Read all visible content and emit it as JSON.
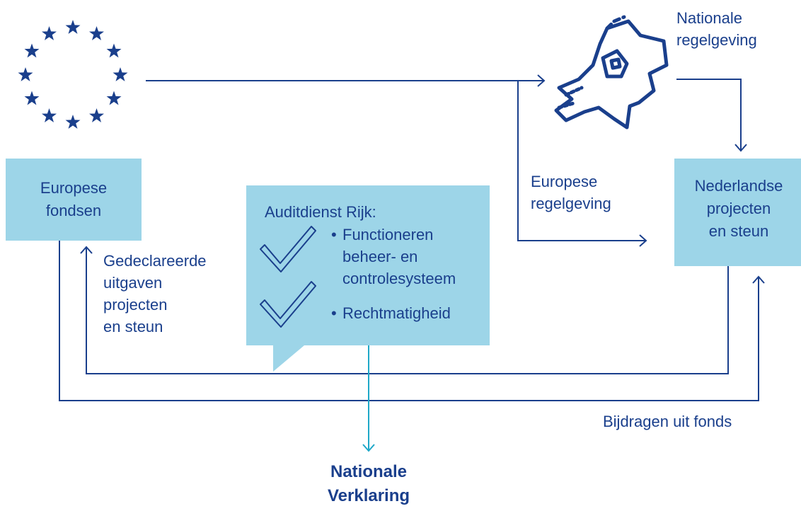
{
  "colors": {
    "navy": "#1a3f8c",
    "box_fill": "#9dd5e8",
    "cyan_arrow": "#1fa8c8"
  },
  "icons": {
    "eu_flag": "eu-stars-circle-icon",
    "netherlands": "netherlands-map-icon",
    "check": "checkmark-icon"
  },
  "nodes": {
    "europese_fondsen": {
      "line1": "Europese",
      "line2": "fondsen"
    },
    "nederlandse_projecten": {
      "line1": "Nederlandse",
      "line2": "projecten",
      "line3": "en steun"
    },
    "auditdienst": {
      "title": "Auditdienst Rijk:",
      "bullet1_line1": "Functioneren",
      "bullet1_line2": "beheer- en",
      "bullet1_line3": "controlesysteem",
      "bullet2": "Rechtmatigheid",
      "bullet_glyph": "•"
    },
    "nationale_verklaring": {
      "line1": "Nationale",
      "line2": "Verklaring"
    }
  },
  "labels": {
    "nationale_regelgeving": {
      "line1": "Nationale",
      "line2": "regelgeving"
    },
    "europese_regelgeving": {
      "line1": "Europese",
      "line2": "regelgeving"
    },
    "gedeclareerde": {
      "line1": "Gedeclareerde",
      "line2": "uitgaven",
      "line3": "projecten",
      "line4": "en steun"
    },
    "bijdragen": "Bijdragen uit fonds"
  }
}
